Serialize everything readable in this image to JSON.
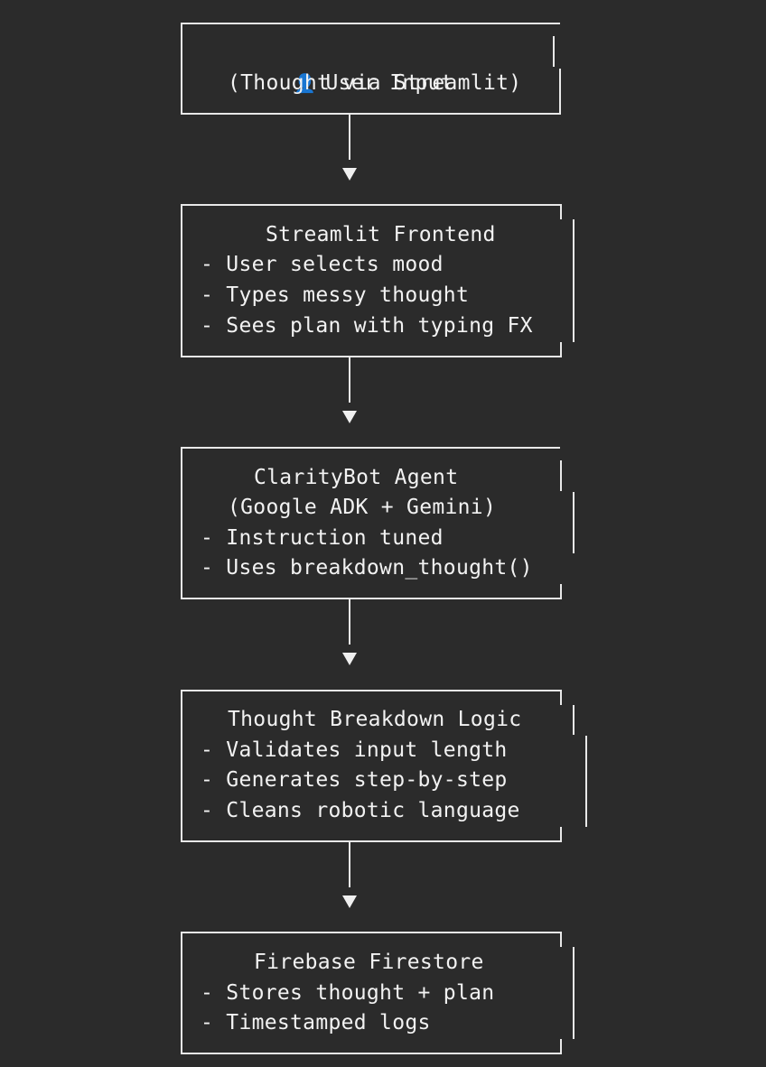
{
  "nodes": [
    {
      "id": "user-input",
      "icon": "user-icon",
      "lines": [
        "User Input",
        "(Thought via Streamlit)"
      ]
    },
    {
      "id": "streamlit-frontend",
      "lines": [
        "Streamlit Frontend",
        "- User selects mood",
        "- Types messy thought",
        "- Sees plan with typing FX"
      ]
    },
    {
      "id": "claritybot-agent",
      "lines": [
        "ClarityBot Agent",
        "(Google ADK + Gemini)",
        "- Instruction tuned",
        "- Uses breakdown_thought()"
      ]
    },
    {
      "id": "thought-breakdown-logic",
      "lines": [
        "Thought Breakdown Logic",
        "- Validates input length",
        "- Generates step-by-step",
        "- Cleans robotic language"
      ]
    },
    {
      "id": "firebase-firestore",
      "lines": [
        "Firebase Firestore",
        "- Stores thought + plan",
        "- Timestamped logs"
      ]
    }
  ]
}
